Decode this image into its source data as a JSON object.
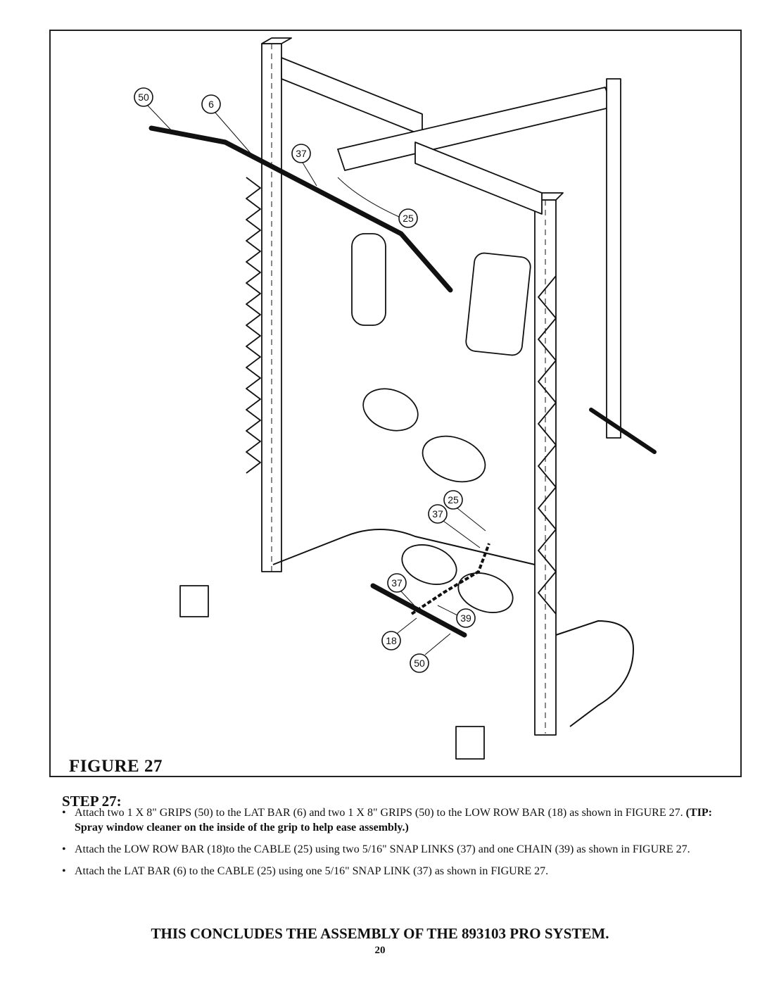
{
  "figure": {
    "label": "FIGURE 27",
    "callouts": [
      {
        "name": "callout-grip-50-top",
        "text": "50"
      },
      {
        "name": "callout-lat-bar-6",
        "text": "6"
      },
      {
        "name": "callout-snap-link-37-top",
        "text": "37"
      },
      {
        "name": "callout-cable-25-top",
        "text": "25"
      },
      {
        "name": "callout-cable-25-bottom",
        "text": "25"
      },
      {
        "name": "callout-snap-link-37-mid",
        "text": "37"
      },
      {
        "name": "callout-snap-link-37-low",
        "text": "37"
      },
      {
        "name": "callout-chain-39",
        "text": "39"
      },
      {
        "name": "callout-low-row-bar-18",
        "text": "18"
      },
      {
        "name": "callout-grip-50-bottom",
        "text": "50"
      }
    ]
  },
  "step": {
    "heading": "STEP 27:",
    "bullets": [
      {
        "text": "Attach two 1 X 8\" GRIPS (50) to the LAT BAR (6) and two 1 X 8\" GRIPS (50) to the LOW ROW BAR (18) as shown in FIGURE 27. ",
        "tip": "(TIP: Spray window cleaner on the inside of the grip to help ease assembly.)"
      },
      {
        "text": "Attach the LOW ROW BAR (18)to the CABLE (25) using two 5/16\" SNAP LINKS (37) and one CHAIN (39) as shown in FIGURE 27."
      },
      {
        "text": "Attach the LAT BAR (6) to the CABLE (25) using one 5/16\" SNAP LINK (37) as shown in FIGURE 27."
      }
    ]
  },
  "conclusion": "THIS CONCLUDES THE ASSEMBLY OF THE 893103 PRO SYSTEM.",
  "page_number": "20"
}
